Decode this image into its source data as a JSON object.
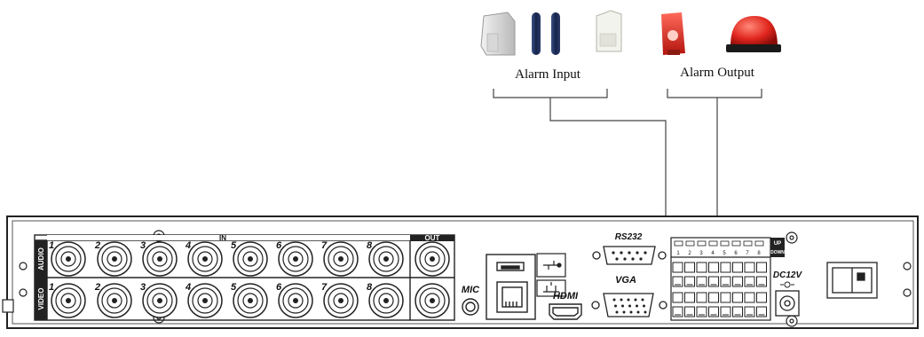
{
  "alarm_input": {
    "label": "Alarm Input"
  },
  "alarm_output": {
    "label": "Alarm Output"
  },
  "panel": {
    "in_label": "IN",
    "out_label": "OUT",
    "audio_label": "AUDIO",
    "video_label": "VIDEO",
    "channel_numbers": [
      "1",
      "2",
      "3",
      "4",
      "5",
      "6",
      "7",
      "8"
    ],
    "mic_label": "MIC",
    "hdmi_label": "HDMI",
    "vga_label": "VGA",
    "rs232_label": "RS232",
    "dc_label": "DC12V",
    "up_label": "UP",
    "down_label": "DOWN",
    "terminal_top_numbers": [
      "1",
      "2",
      "3",
      "4",
      "5",
      "6",
      "7",
      "8"
    ]
  },
  "colors": {
    "line": "#333333",
    "alarm_red": "#d2231e",
    "sensor_blue": "#1b2d55",
    "panel_stroke": "#222222"
  }
}
